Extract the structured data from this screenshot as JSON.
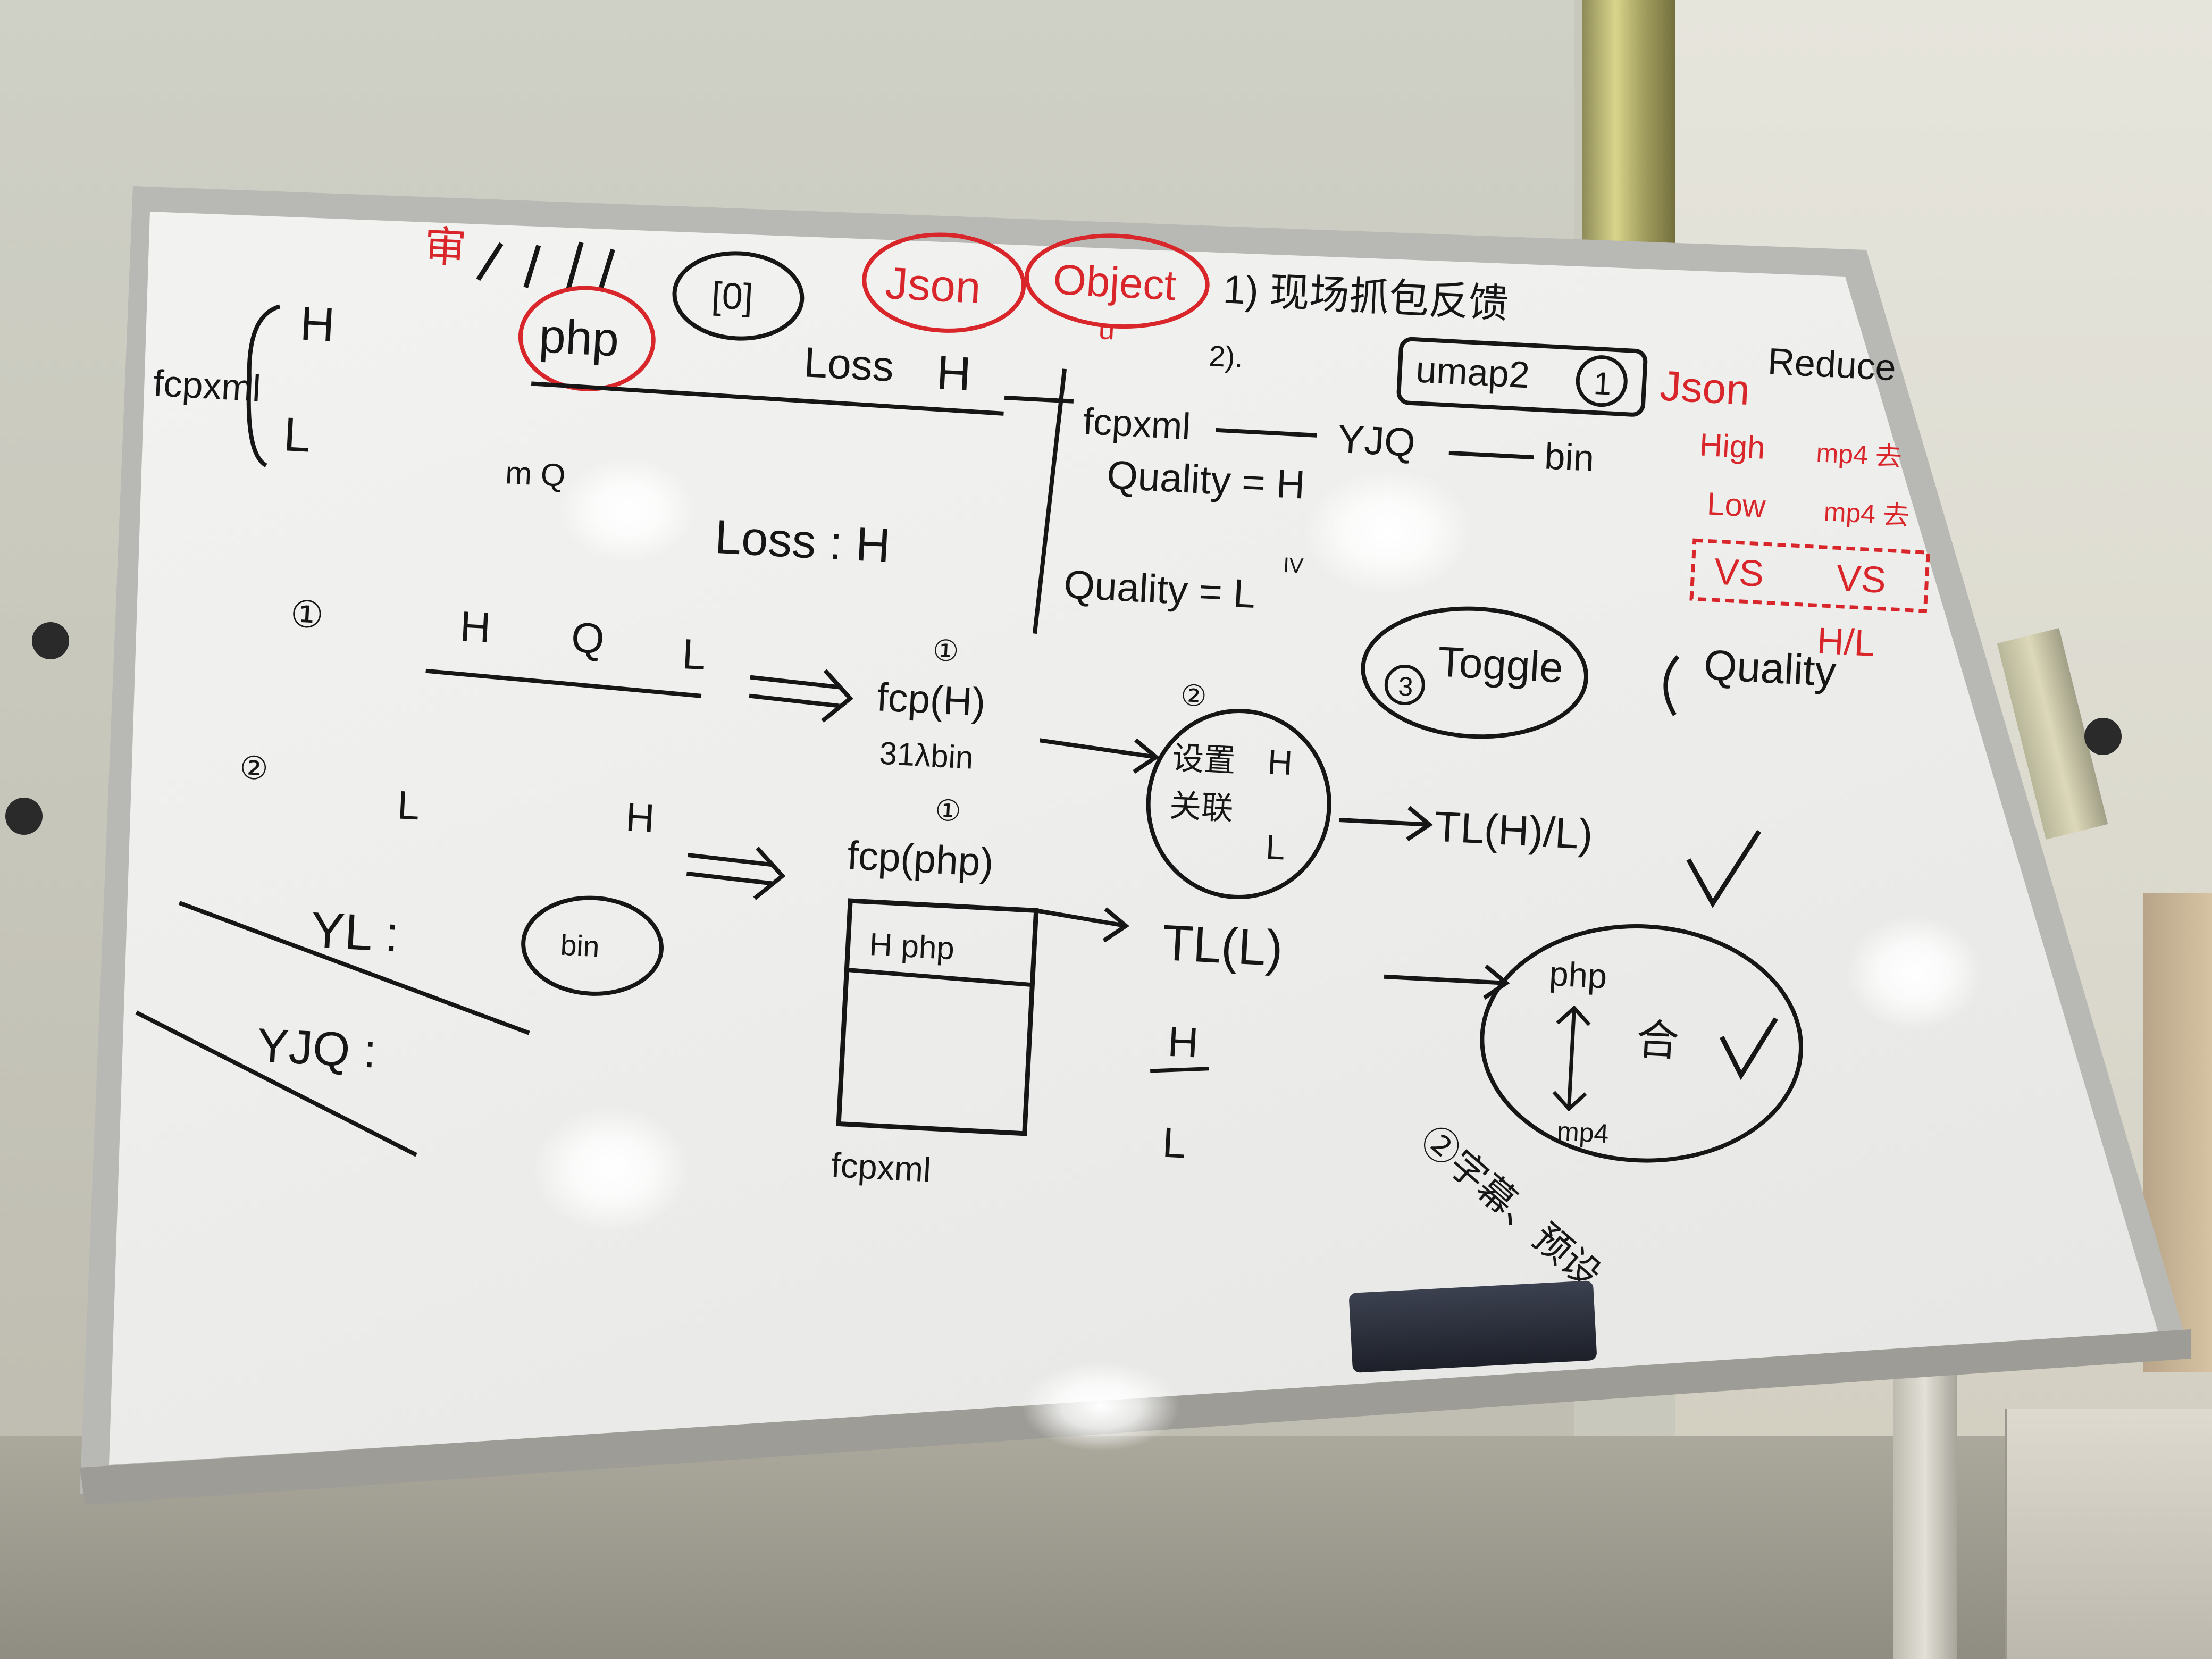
{
  "whiteboard": {
    "top_left": {
      "fcpxml": "fcpxml",
      "h": "H",
      "l": "L",
      "mq": "m  Q",
      "loss_h": "Loss : H"
    },
    "php_row": {
      "php": "php",
      "loss": "Loss",
      "h": "H",
      "seal": "[0]"
    },
    "red_top": {
      "json": "Json",
      "object": "Object",
      "u": "u",
      "mark": "审"
    },
    "notes": {
      "item1": "1) 现场抓包反馈",
      "item2": "2).",
      "umap": "umap2",
      "umap_num": "1",
      "json_label": "Json",
      "reduce": "Reduce",
      "high": "High",
      "low": "Low",
      "vs": "VS",
      "vs2": "VS",
      "mp4_a": "mp4 去",
      "mp4_b": "mp4 去",
      "hl": "H/L",
      "fcpxml_line": "fcpxml",
      "yjq": "YJQ",
      "bin": "bin",
      "quality_h": "Quality = H",
      "quality_l": "Quality = L",
      "iv": "IV",
      "quality_brace": "Quality"
    },
    "row1": {
      "num": "①",
      "h": "H",
      "q": "Q",
      "l": "L",
      "num2": "①",
      "fcp": "fcp(H)",
      "bin31": "31λbin",
      "num3": "②",
      "setting1": "设置",
      "setting2": "关联",
      "h2": "H",
      "l2": "L",
      "toggle": "Toggle",
      "toggle_num": "3",
      "tl": "TL(H)/L)"
    },
    "row2": {
      "num": "②",
      "l": "L",
      "h": "H",
      "num2": "①",
      "fcp": "fcp(php)",
      "tl": "TL(L)",
      "h2": "H",
      "l2": "L",
      "php": "php",
      "he": "合",
      "mp4": "mp4",
      "bottom": "②字幕、预设"
    },
    "lower_left": {
      "yl": "YL :",
      "bin": "bin",
      "yjq": "YJQ :",
      "box_title": "H php",
      "box_caption": "fcpxml"
    }
  },
  "colors": {
    "ink_black": "#161616",
    "ink_red": "#d8262b",
    "board": "#f2f2f0"
  }
}
